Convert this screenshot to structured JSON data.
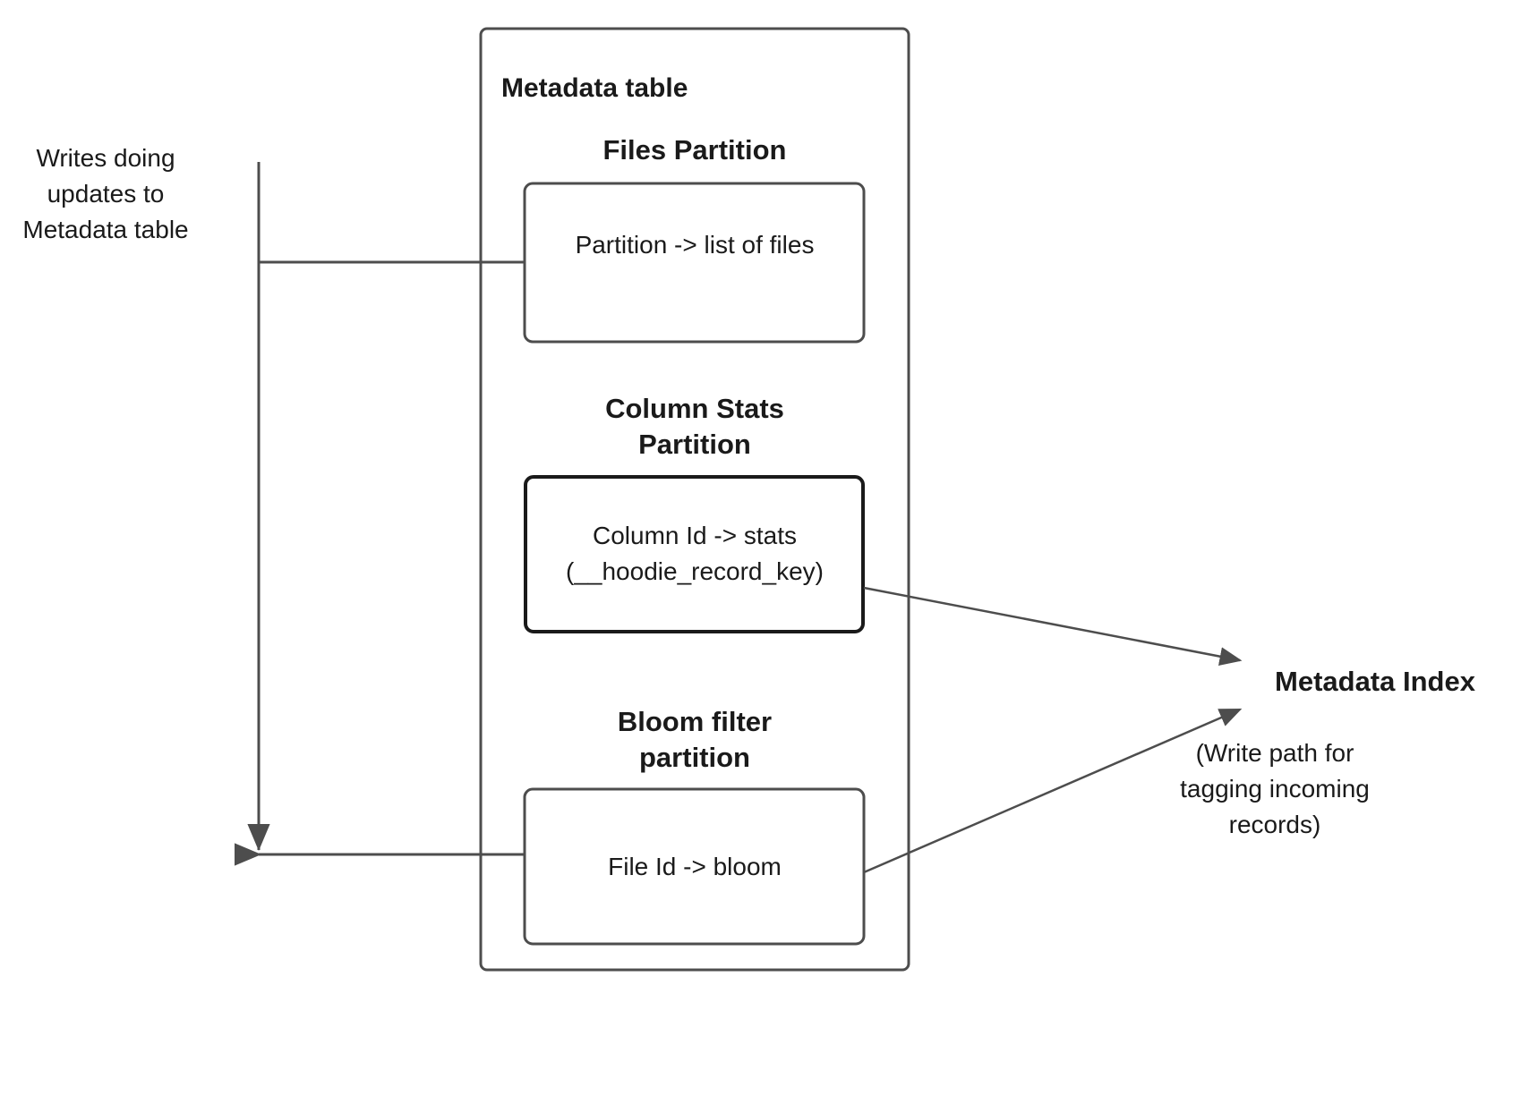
{
  "diagram": {
    "title_text": "Metadata table",
    "left_note": {
      "lines": [
        "Writes doing",
        "updates to",
        "Metadata table"
      ]
    },
    "partitions": [
      {
        "heading_lines": [
          "Files Partition"
        ],
        "box_lines": [
          "Partition -> list of files"
        ]
      },
      {
        "heading_lines": [
          "Column Stats",
          "Partition"
        ],
        "box_lines": [
          "Column Id  -> stats",
          "(__hoodie_record_key)"
        ]
      },
      {
        "heading_lines": [
          "Bloom filter",
          "partition"
        ],
        "box_lines": [
          "File Id -> bloom"
        ]
      }
    ],
    "right_label": {
      "title": "Metadata Index",
      "note_lines": [
        "(Write path for",
        "tagging incoming",
        "records)"
      ]
    },
    "colors": {
      "background": "#ffffff",
      "line": "#4d4d4d",
      "line_strong": "#1a1a1a",
      "text": "#1a1a1a"
    }
  }
}
